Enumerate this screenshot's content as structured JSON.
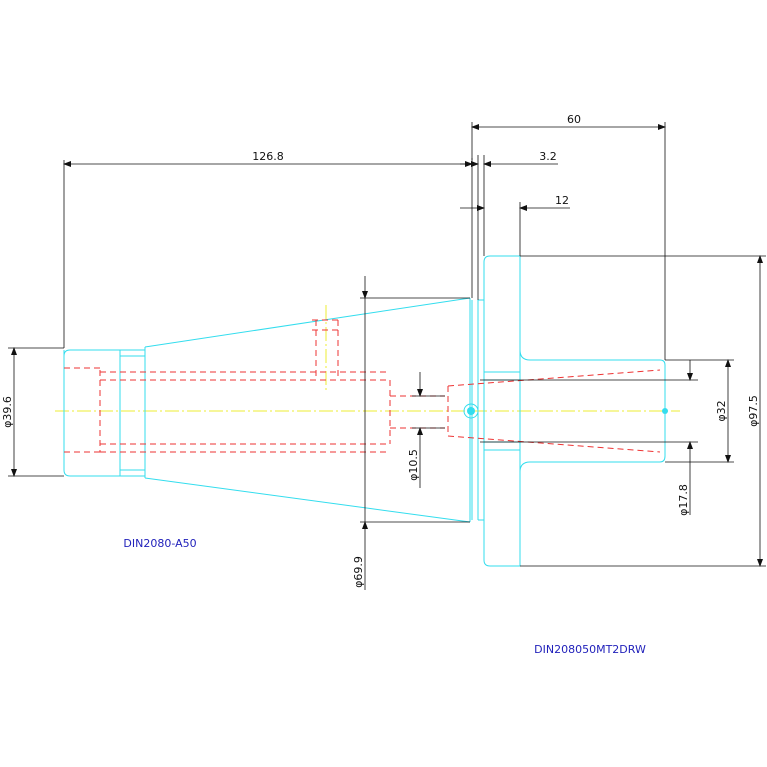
{
  "dimensions": {
    "overall_length": "126.8",
    "flange_length": "60",
    "flange_thickness": "3.2",
    "step_length": "12",
    "dia_39_6": "φ39.6",
    "dia_10_5": "φ10.5",
    "dia_69_9": "φ69.9",
    "dia_17_8": "φ17.8",
    "dia_32": "φ32",
    "dia_97_5": "φ97.5"
  },
  "labels": {
    "taper_part": "DIN2080-A50",
    "adapter_part": "DIN208050MT2DRW"
  },
  "colors": {
    "outline": "#33ddee",
    "hidden": "#ee3333",
    "centerline": "#eeee33",
    "dimension": "#111111",
    "label": "#2222bb"
  }
}
